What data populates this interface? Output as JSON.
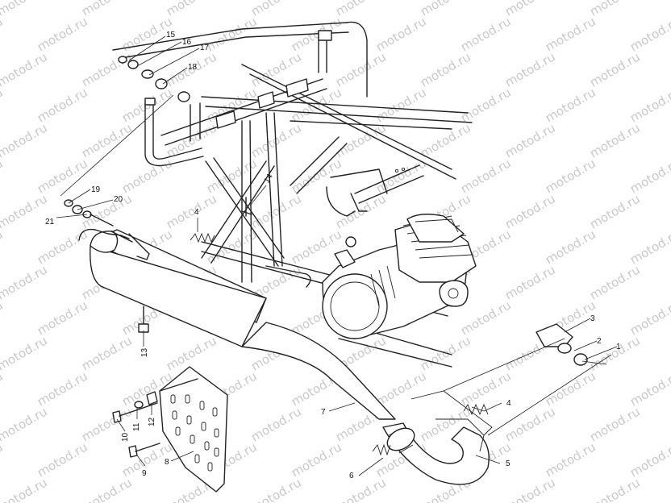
{
  "watermark": {
    "text": "motod.ru",
    "color": "#c9c9c9"
  },
  "callouts": [
    {
      "id": "c1",
      "label": "1"
    },
    {
      "id": "c2",
      "label": "2"
    },
    {
      "id": "c3",
      "label": "3"
    },
    {
      "id": "c4a",
      "label": "4"
    },
    {
      "id": "c4b",
      "label": "4"
    },
    {
      "id": "c5",
      "label": "5"
    },
    {
      "id": "c6",
      "label": "6"
    },
    {
      "id": "c7",
      "label": "7"
    },
    {
      "id": "c8",
      "label": "8"
    },
    {
      "id": "c9",
      "label": "9"
    },
    {
      "id": "c10",
      "label": "10"
    },
    {
      "id": "c11",
      "label": "11"
    },
    {
      "id": "c12",
      "label": "12"
    },
    {
      "id": "c13",
      "label": "13"
    },
    {
      "id": "c14",
      "label": "14"
    },
    {
      "id": "c15",
      "label": "15"
    },
    {
      "id": "c16",
      "label": "16"
    },
    {
      "id": "c17",
      "label": "17"
    },
    {
      "id": "c18",
      "label": "18"
    },
    {
      "id": "c19",
      "label": "19"
    },
    {
      "id": "c20",
      "label": "20"
    },
    {
      "id": "c21",
      "label": "21"
    }
  ]
}
